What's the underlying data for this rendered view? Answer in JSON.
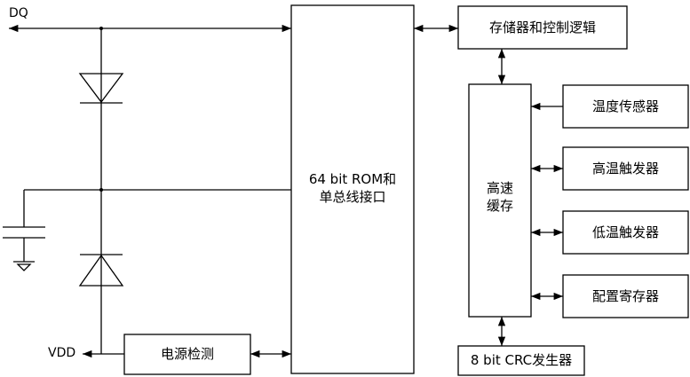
{
  "pins": {
    "dq": "DQ",
    "vdd": "VDD"
  },
  "blocks": {
    "rom": "64 bit ROM和\n单总线接口",
    "memory_control": "存储器和控制逻辑",
    "scratchpad": "高速\n缓存",
    "temp_sensor": "温度传感器",
    "high_trigger": "高温触发器",
    "low_trigger": "低温触发器",
    "config_register": "配置寄存器",
    "crc_generator": "8 bit CRC发生器",
    "power_detect": "电源检测"
  },
  "colors": {
    "line": "#000000",
    "box_border": "#000000",
    "background": "#ffffff"
  }
}
